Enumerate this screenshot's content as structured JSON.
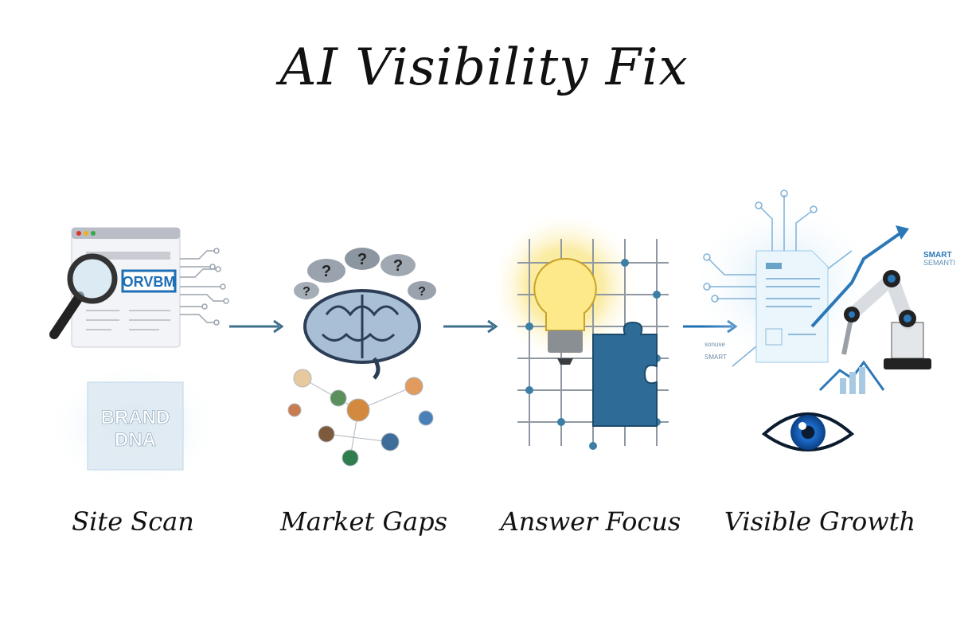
{
  "title": "AI Visibility Fix",
  "colors": {
    "arrow": "#3d6f8c",
    "accent_blue": "#1f6fb5",
    "glow_yellow": "#f7d94c"
  },
  "steps": [
    {
      "label": "Site Scan",
      "illustration": {
        "logo_text": "ORVBM",
        "cube_text_line1": "BRAND",
        "cube_text_line2": "DNA",
        "icons": [
          "browser-window-icon",
          "magnifying-glass-icon",
          "circuit-lines-icon",
          "glass-cube-icon"
        ]
      }
    },
    {
      "label": "Market Gaps",
      "illustration": {
        "bubble_text": "?",
        "icons": [
          "brain-icon",
          "question-cloud-icon",
          "people-network-icon"
        ]
      }
    },
    {
      "label": "Answer Focus",
      "illustration": {
        "icons": [
          "lightbulb-icon",
          "puzzle-piece-icon",
          "node-grid-icon"
        ]
      }
    },
    {
      "label": "Visible Growth",
      "illustration": {
        "text_smart": "SMART",
        "text_semantic": "SEMANTIC",
        "text_smart_left": "SMART",
        "text_sonuse": "sonuse",
        "icons": [
          "document-icon",
          "robot-arm-icon",
          "trend-arrow-icon",
          "eye-icon"
        ]
      }
    }
  ]
}
